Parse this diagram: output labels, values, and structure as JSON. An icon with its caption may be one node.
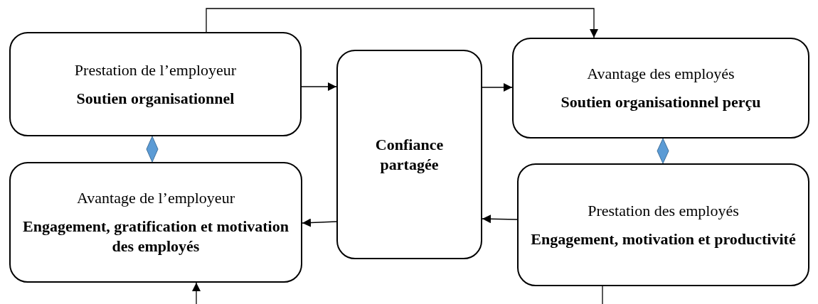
{
  "diagram": {
    "nodes": [
      {
        "text": [
          "Prestation de l’employeur",
          "Soutien organisationnel"
        ]
      },
      {
        "text": [
          "Avantage de l’employeur",
          "Engagement, gratification et motivation des employés"
        ]
      },
      {
        "text": [
          "Confiance partagée"
        ]
      },
      {
        "text": [
          "Avantage des employés",
          "Soutien organisationnel perçu"
        ]
      },
      {
        "text": [
          "Prestation des employés",
          "Engagement, motivation et productivité"
        ]
      }
    ],
    "edges": [
      {
        "from": 0,
        "to": 3,
        "arrow": "to"
      },
      {
        "from": 0,
        "to": 2,
        "arrow": "to"
      },
      {
        "from": 2,
        "to": 3,
        "arrow": "to"
      },
      {
        "from": 4,
        "to": 2,
        "arrow": "to"
      },
      {
        "from": 2,
        "to": 1,
        "arrow": "to"
      },
      {
        "from": 0,
        "to": 1,
        "arrow": "none",
        "color": "#5b9bd5"
      },
      {
        "from": 3,
        "to": 4,
        "arrow": "none",
        "color": "#5b9bd5"
      },
      {
        "from": null,
        "to": 1,
        "arrow": "to"
      },
      {
        "from": 4,
        "to": null,
        "arrow": "none"
      }
    ]
  }
}
